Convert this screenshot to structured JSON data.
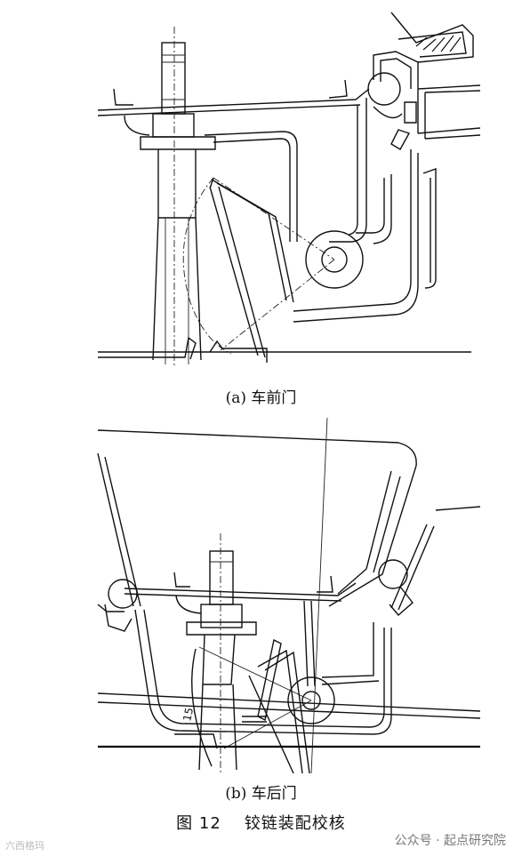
{
  "figure": {
    "number": "图 12",
    "title": "铰链装配校核"
  },
  "panels": [
    {
      "id": "a",
      "caption": "(a)  车前门"
    },
    {
      "id": "b",
      "caption": "(b)  车后门",
      "dimension_label": "15"
    }
  ],
  "watermarks": {
    "right": "公众号 · 起点研究院",
    "left": "六西格玛"
  }
}
